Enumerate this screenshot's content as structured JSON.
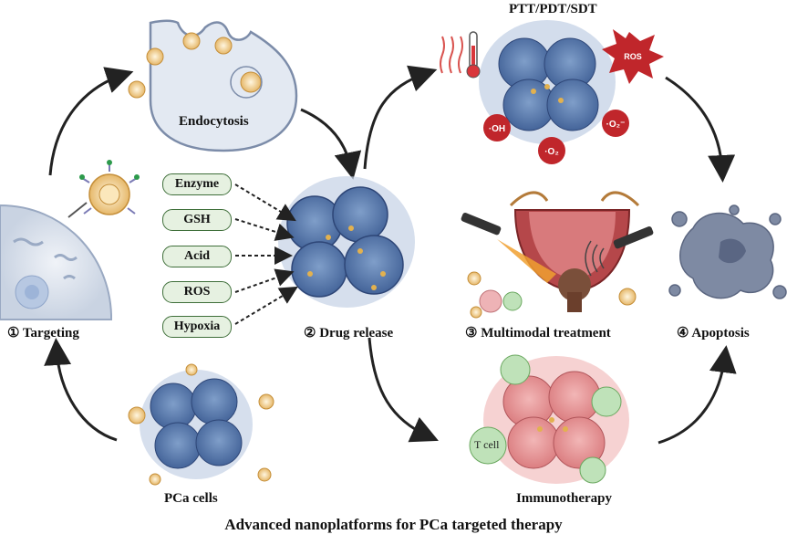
{
  "steps": {
    "targeting": "① Targeting",
    "drug_release": "② Drug release",
    "multimodal": "③ Multimodal treatment",
    "apoptosis": "④ Apoptosis"
  },
  "labels": {
    "endocytosis": "Endocytosis",
    "pca_cells": "PCa cells",
    "therapy_modes": "PTT/PDT/SDT",
    "immunotherapy": "Immunotherapy",
    "t_cell": "T cell",
    "ros_badge": "ROS",
    "radical_oh": "·OH",
    "radical_o2": "·O₂⁻",
    "radical_o2_dot": "·O₂"
  },
  "stimuli": [
    "Enzyme",
    "GSH",
    "Acid",
    "ROS",
    "Hypoxia"
  ],
  "caption": "Advanced nanoplatforms for PCa targeted therapy",
  "colors": {
    "pill_border": "#3f6f3a",
    "pill_fill": "#e6f1e1",
    "tumor_blue": "#5a7fb0",
    "tumor_red": "#e39a9a",
    "ros_red": "#c0262b",
    "arrow": "#222222"
  }
}
